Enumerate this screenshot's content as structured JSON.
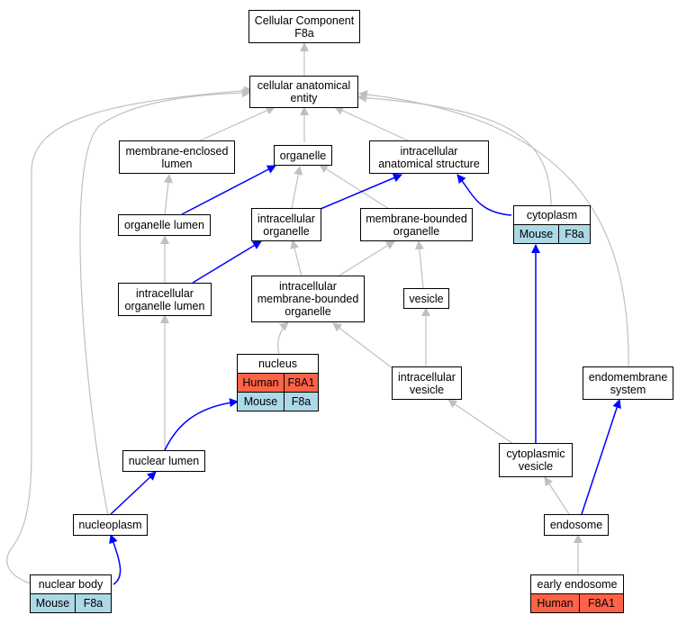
{
  "colors": {
    "is_a_edge": "#c0c0c0",
    "part_of_edge": "#0000ff",
    "mouse": "#add8e6",
    "human": "#ff6347"
  },
  "nodes": {
    "root": {
      "line1": "Cellular Component",
      "line2": "F8a"
    },
    "cae": {
      "line1": "cellular anatomical",
      "line2": "entity"
    },
    "mel": {
      "line1": "membrane-enclosed",
      "line2": "lumen"
    },
    "organelle": {
      "line1": "organelle"
    },
    "ias": {
      "line1": "intracellular",
      "line2": "anatomical structure"
    },
    "cytoplasm": {
      "header": "cytoplasm",
      "rows": [
        {
          "species": "Mouse",
          "gene": "F8a"
        }
      ]
    },
    "organelle_lumen": {
      "line1": "organelle lumen"
    },
    "intra_org": {
      "line1": "intracellular",
      "line2": "organelle"
    },
    "mbo": {
      "line1": "membrane-bounded",
      "line2": "organelle"
    },
    "iol": {
      "line1": "intracellular",
      "line2": "organelle lumen"
    },
    "imbo": {
      "line1": "intracellular",
      "line2": "membrane-bounded",
      "line3": "organelle"
    },
    "vesicle": {
      "line1": "vesicle"
    },
    "nucleus": {
      "header": "nucleus",
      "rows": [
        {
          "species": "Human",
          "gene": "F8A1"
        },
        {
          "species": "Mouse",
          "gene": "F8a"
        }
      ]
    },
    "iv": {
      "line1": "intracellular",
      "line2": "vesicle"
    },
    "ems": {
      "line1": "endomembrane",
      "line2": "system"
    },
    "nuclear_lumen": {
      "line1": "nuclear lumen"
    },
    "cv": {
      "line1": "cytoplasmic",
      "line2": "vesicle"
    },
    "nucleoplasm": {
      "line1": "nucleoplasm"
    },
    "endosome": {
      "line1": "endosome"
    },
    "nuclear_body": {
      "header": "nuclear body",
      "rows": [
        {
          "species": "Mouse",
          "gene": "F8a"
        }
      ]
    },
    "early_endosome": {
      "header": "early endosome",
      "rows": [
        {
          "species": "Human",
          "gene": "F8A1"
        }
      ]
    }
  }
}
